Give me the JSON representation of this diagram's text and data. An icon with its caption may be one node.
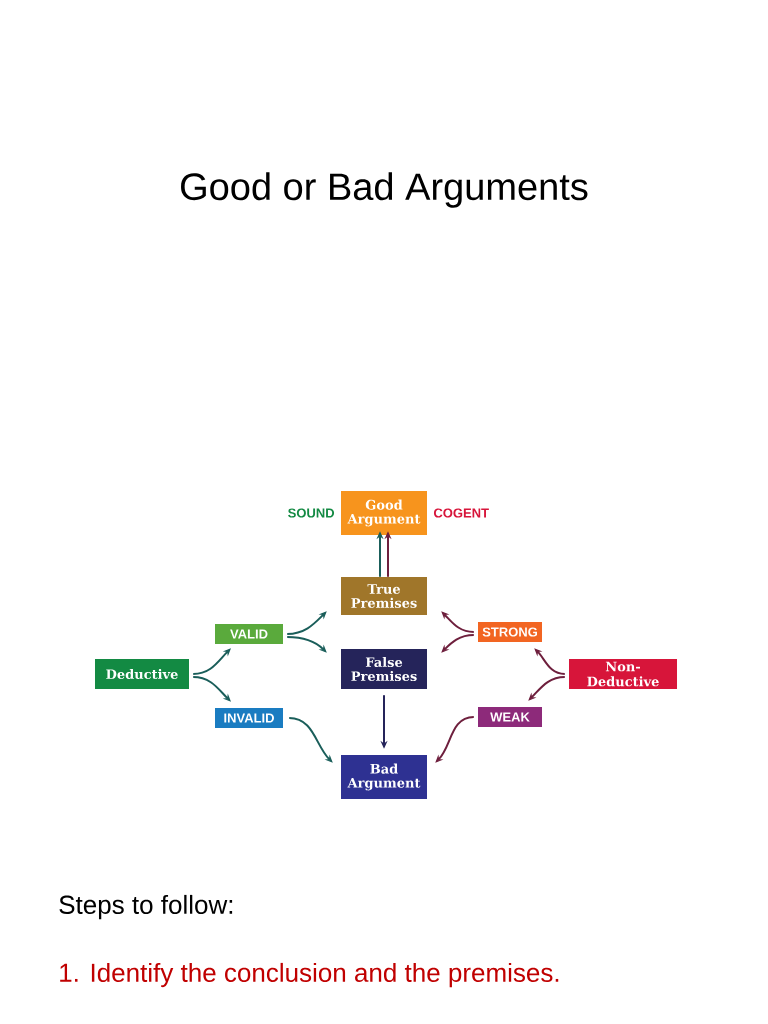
{
  "diagram": {
    "title": "Good or Bad Arguments",
    "nodes": [
      {
        "text": [
          "Good Argument"
        ],
        "beside": [
          "SOUND",
          "COGENT"
        ]
      },
      {
        "text": [
          "True Premises"
        ]
      },
      {
        "text": [
          "VALID"
        ]
      },
      {
        "text": [
          "STRONG"
        ]
      },
      {
        "text": [
          "Deductive"
        ]
      },
      {
        "text": [
          "False Premises"
        ]
      },
      {
        "text": [
          "Non-Deductive"
        ]
      },
      {
        "text": [
          "INVALID"
        ]
      },
      {
        "text": [
          "WEAK"
        ]
      },
      {
        "text": [
          "Bad Argument"
        ]
      }
    ],
    "edges": [
      {
        "from": 1,
        "to": 0,
        "arrow": "to",
        "color": "#1a5e5a"
      },
      {
        "from": 1,
        "to": 0,
        "arrow": "to",
        "color": "#6e1f3d"
      },
      {
        "from": 4,
        "to": 2,
        "arrow": "to",
        "color": "#1a5e5a"
      },
      {
        "from": 4,
        "to": 7,
        "arrow": "to",
        "color": "#1a5e5a"
      },
      {
        "from": 2,
        "to": 1,
        "arrow": "to",
        "color": "#1a5e5a"
      },
      {
        "from": 2,
        "to": 5,
        "arrow": "to",
        "color": "#1a5e5a"
      },
      {
        "from": 7,
        "to": 9,
        "arrow": "to",
        "color": "#1a5e5a"
      },
      {
        "from": 5,
        "to": 9,
        "arrow": "to",
        "color": "#25245a"
      },
      {
        "from": 6,
        "to": 3,
        "arrow": "to",
        "color": "#6e1f3d"
      },
      {
        "from": 6,
        "to": 8,
        "arrow": "to",
        "color": "#6e1f3d"
      },
      {
        "from": 3,
        "to": 1,
        "arrow": "to",
        "color": "#6e1f3d"
      },
      {
        "from": 3,
        "to": 5,
        "arrow": "to",
        "color": "#6e1f3d"
      },
      {
        "from": 8,
        "to": 9,
        "arrow": "to",
        "color": "#6e1f3d"
      }
    ],
    "labels": [
      "Steps to follow:",
      "1. Identify the conclusion and the premises."
    ]
  }
}
